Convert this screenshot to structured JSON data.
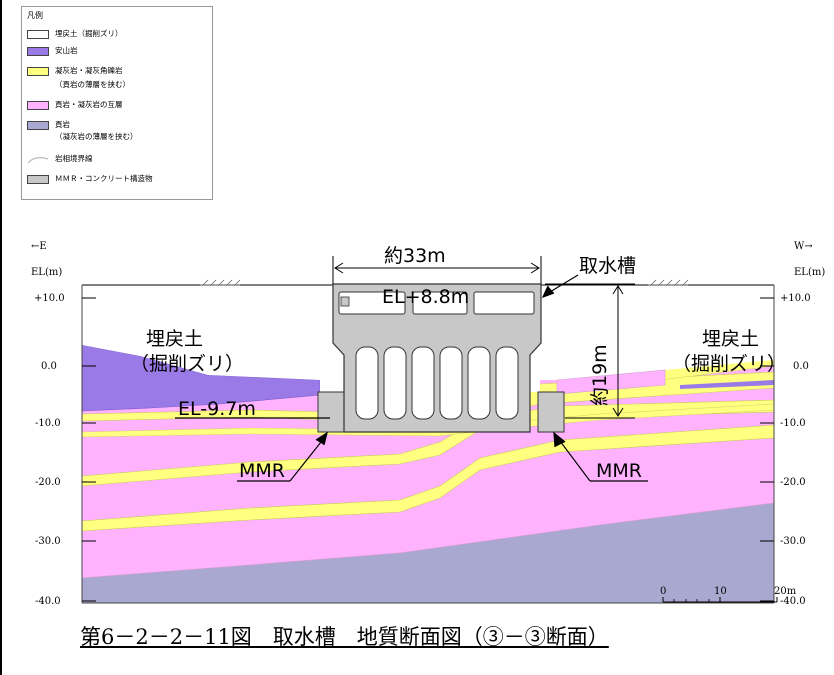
{
  "legend": {
    "title": "凡例",
    "items": [
      {
        "label": "埋戻土（掘削ズリ）",
        "color": "#ffffff"
      },
      {
        "label": "安山岩",
        "color": "#9a7ae6"
      },
      {
        "label": "凝灰岩・凝灰角礫岩",
        "sub": "（頁岩の薄層を挟む）",
        "color": "#ffff80"
      },
      {
        "label": "頁岩・凝灰岩の互層",
        "color": "#ffb3ff"
      },
      {
        "label": "頁岩",
        "sub": "（凝灰岩の薄層を挟む）",
        "color": "#a8a8d0"
      },
      {
        "label": "岩相境界線",
        "color": "#d0d0d0"
      },
      {
        "label": "ＭＭＲ・コンクリート構造物",
        "color": "#c8c8c8"
      }
    ]
  },
  "direction": {
    "left": "←E",
    "right": "W→"
  },
  "axis": {
    "unit": "EL(m)",
    "ticks": [
      "+10.0",
      "0.0",
      "-10.0",
      "-20.0",
      "-30.0",
      "-40.0"
    ]
  },
  "labels": {
    "width": "約33m",
    "structure": "取水槽",
    "top_el": "EL+8.8m",
    "height": "約19m",
    "bottom_el": "EL-9.7m",
    "backfill_left_1": "埋戻土",
    "backfill_left_2": "（掘削ズリ）",
    "backfill_right_1": "埋戻土",
    "backfill_right_2": "（掘削ズリ）",
    "mmr_left": "MMR",
    "mmr_right": "MMR"
  },
  "scale": {
    "ticks": [
      "0",
      "10",
      "20m"
    ]
  },
  "caption": "第6－2－2－11図　取水槽　地質断面図（③－③断面）",
  "colors": {
    "backfill": "#ffffff",
    "andesite": "#9a7ae6",
    "tuff": "#ffff80",
    "alternation": "#ffb3ff",
    "shale": "#a8a8d0",
    "concrete": "#c8c8c8"
  }
}
